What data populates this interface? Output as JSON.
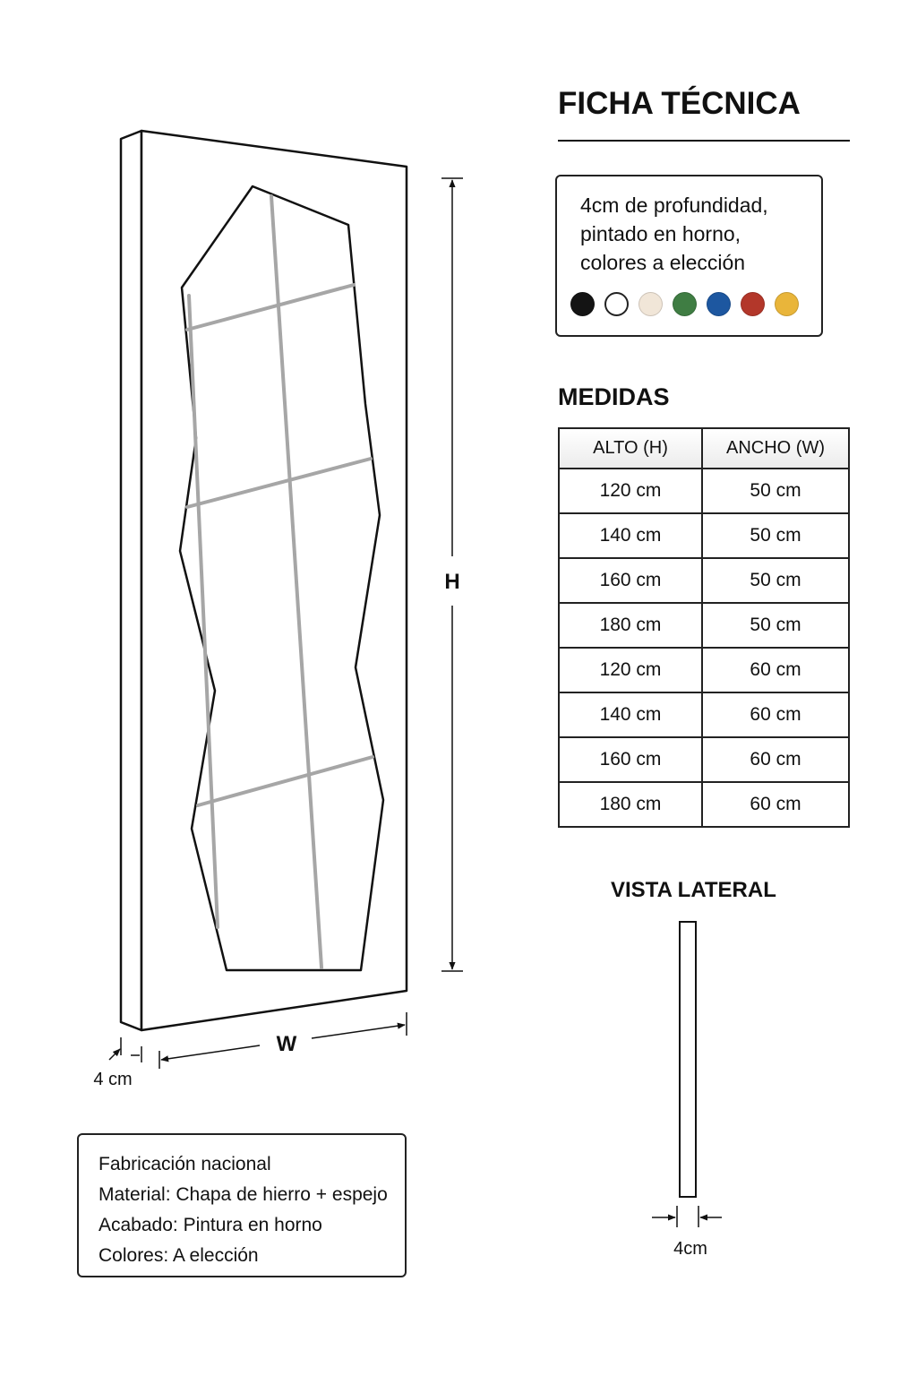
{
  "header": {
    "title": "FICHA TÉCNICA"
  },
  "spec": {
    "lines": [
      "4cm de profundidad,",
      "pintado en horno,",
      "colores a elección"
    ],
    "swatches": [
      {
        "name": "black",
        "color": "#141414"
      },
      {
        "name": "white",
        "color": "#ffffff"
      },
      {
        "name": "cream",
        "color": "#f1e6d8"
      },
      {
        "name": "green",
        "color": "#3f7d43"
      },
      {
        "name": "blue",
        "color": "#1d57a0"
      },
      {
        "name": "red",
        "color": "#b3372a"
      },
      {
        "name": "yellow",
        "color": "#e9b53a"
      }
    ]
  },
  "measures": {
    "title": "MEDIDAS",
    "headers": [
      "ALTO (H)",
      "ANCHO (W)"
    ],
    "rows": [
      [
        "120 cm",
        "50 cm"
      ],
      [
        "140 cm",
        "50 cm"
      ],
      [
        "160 cm",
        "50 cm"
      ],
      [
        "180 cm",
        "50 cm"
      ],
      [
        "120 cm",
        "60 cm"
      ],
      [
        "140 cm",
        "60 cm"
      ],
      [
        "160 cm",
        "60 cm"
      ],
      [
        "180 cm",
        "60 cm"
      ]
    ]
  },
  "drawing": {
    "height_label": "H",
    "width_label": "W",
    "depth_label": "4 cm"
  },
  "side_view": {
    "title": "VISTA LATERAL",
    "depth_label": "4cm"
  },
  "info": {
    "lines": [
      "Fabricación nacional",
      "Material: Chapa de hierro + espejo",
      "Acabado: Pintura en horno",
      "Colores: A elección"
    ]
  }
}
